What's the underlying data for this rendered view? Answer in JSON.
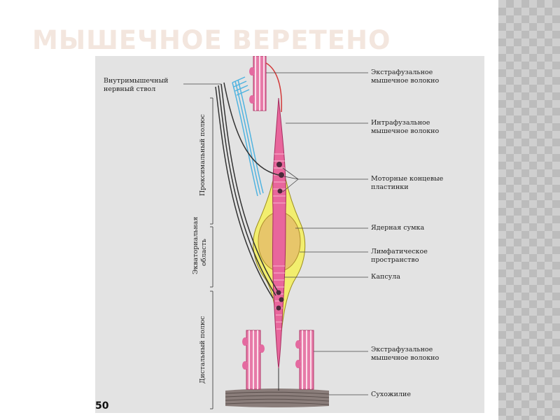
{
  "slide": {
    "title": "МЫШЕЧНОЕ ВЕРЕТЕНО",
    "page_number": "50"
  },
  "figure": {
    "left_labels": {
      "nerve_trunk": "Внутримышечный\nнервный ствол"
    },
    "right_labels": {
      "extrafusal_top": "Экстрафузальное\nмышечное волокно",
      "intrafusal": "Интрафузальное\nмышечное  волокно",
      "motor_plates": "Моторные концевые\nпластинки",
      "nuclear_bag": "Ядерная сумка",
      "lymph_space": "Лимфатическое\nпространство",
      "capsule": "Капсула",
      "extrafusal_bottom": "Экстрафузальное\nмышечное волокно",
      "tendon": "Сухожилие"
    },
    "regions": {
      "proximal_pole": "Проксимальный полюс",
      "equatorial_line1": "Экваториальная",
      "equatorial_line2": "область",
      "distal_pole": "Дистальный полюс"
    }
  },
  "colors": {
    "background_figure": "#e3e3e3",
    "fiber_pink": "#e46aa0",
    "capsule_yellow": "#f2ee6e",
    "nerve_blue": "#4fb3e0",
    "nerve_dark": "#333333"
  }
}
